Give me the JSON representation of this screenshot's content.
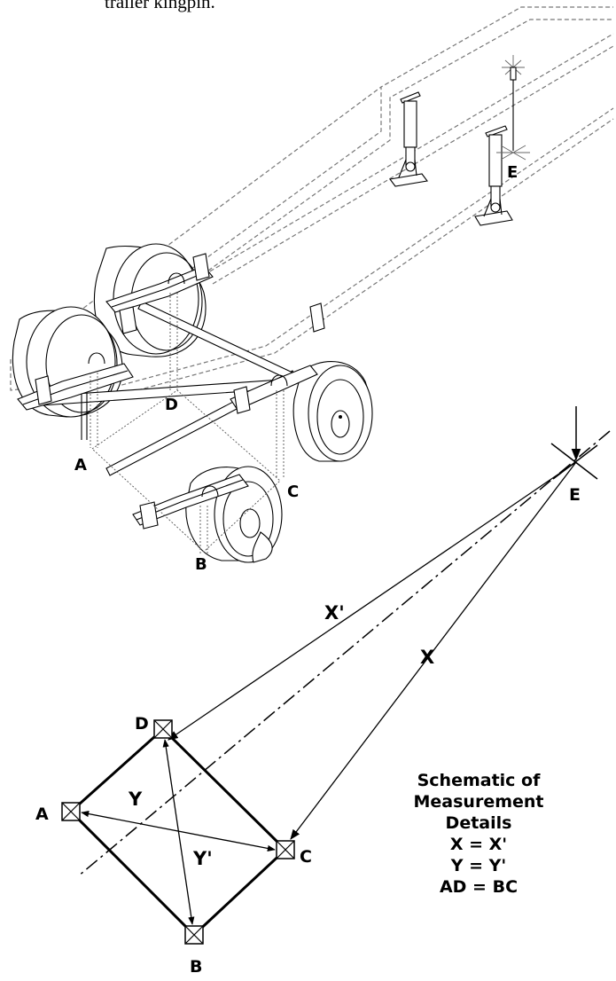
{
  "caption": "trailer kingpin.",
  "trailer_points": {
    "A": "A",
    "B": "B",
    "C": "C",
    "D": "D",
    "E": "E"
  },
  "schematic": {
    "points": {
      "A": "A",
      "B": "B",
      "C": "C",
      "D": "D",
      "E": "E"
    },
    "dimensions": {
      "x": "X",
      "x_prime": "X'",
      "y": "Y",
      "y_prime": "Y'"
    },
    "title_lines": [
      "Schematic of",
      "Measurement",
      "Details"
    ],
    "equations": [
      "X = X'",
      "Y = Y'",
      "AD = BC"
    ]
  }
}
